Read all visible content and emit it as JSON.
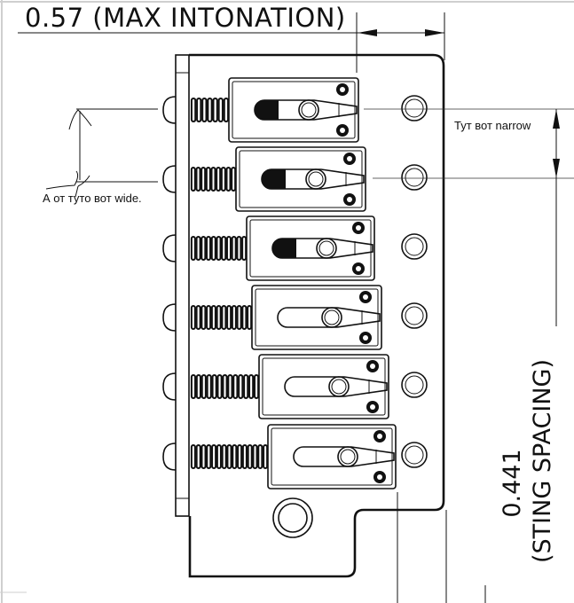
{
  "drawing": {
    "subject": "guitar tremolo bridge, top view",
    "saddle_count": 6,
    "colors": {
      "ink": "#111111",
      "frame": "#cccccc",
      "background": "#ffffff"
    }
  },
  "dimensions": {
    "intonation": {
      "value": "0.57",
      "label": "(MAX INTONATION)",
      "text": "0.57 (MAX INTONATION)"
    },
    "string_spacing": {
      "value": "0.441",
      "label": "(STING SPACING)"
    }
  },
  "annotations": {
    "narrow": "Тут вот narrow",
    "wide": "А от туто вот wide."
  }
}
